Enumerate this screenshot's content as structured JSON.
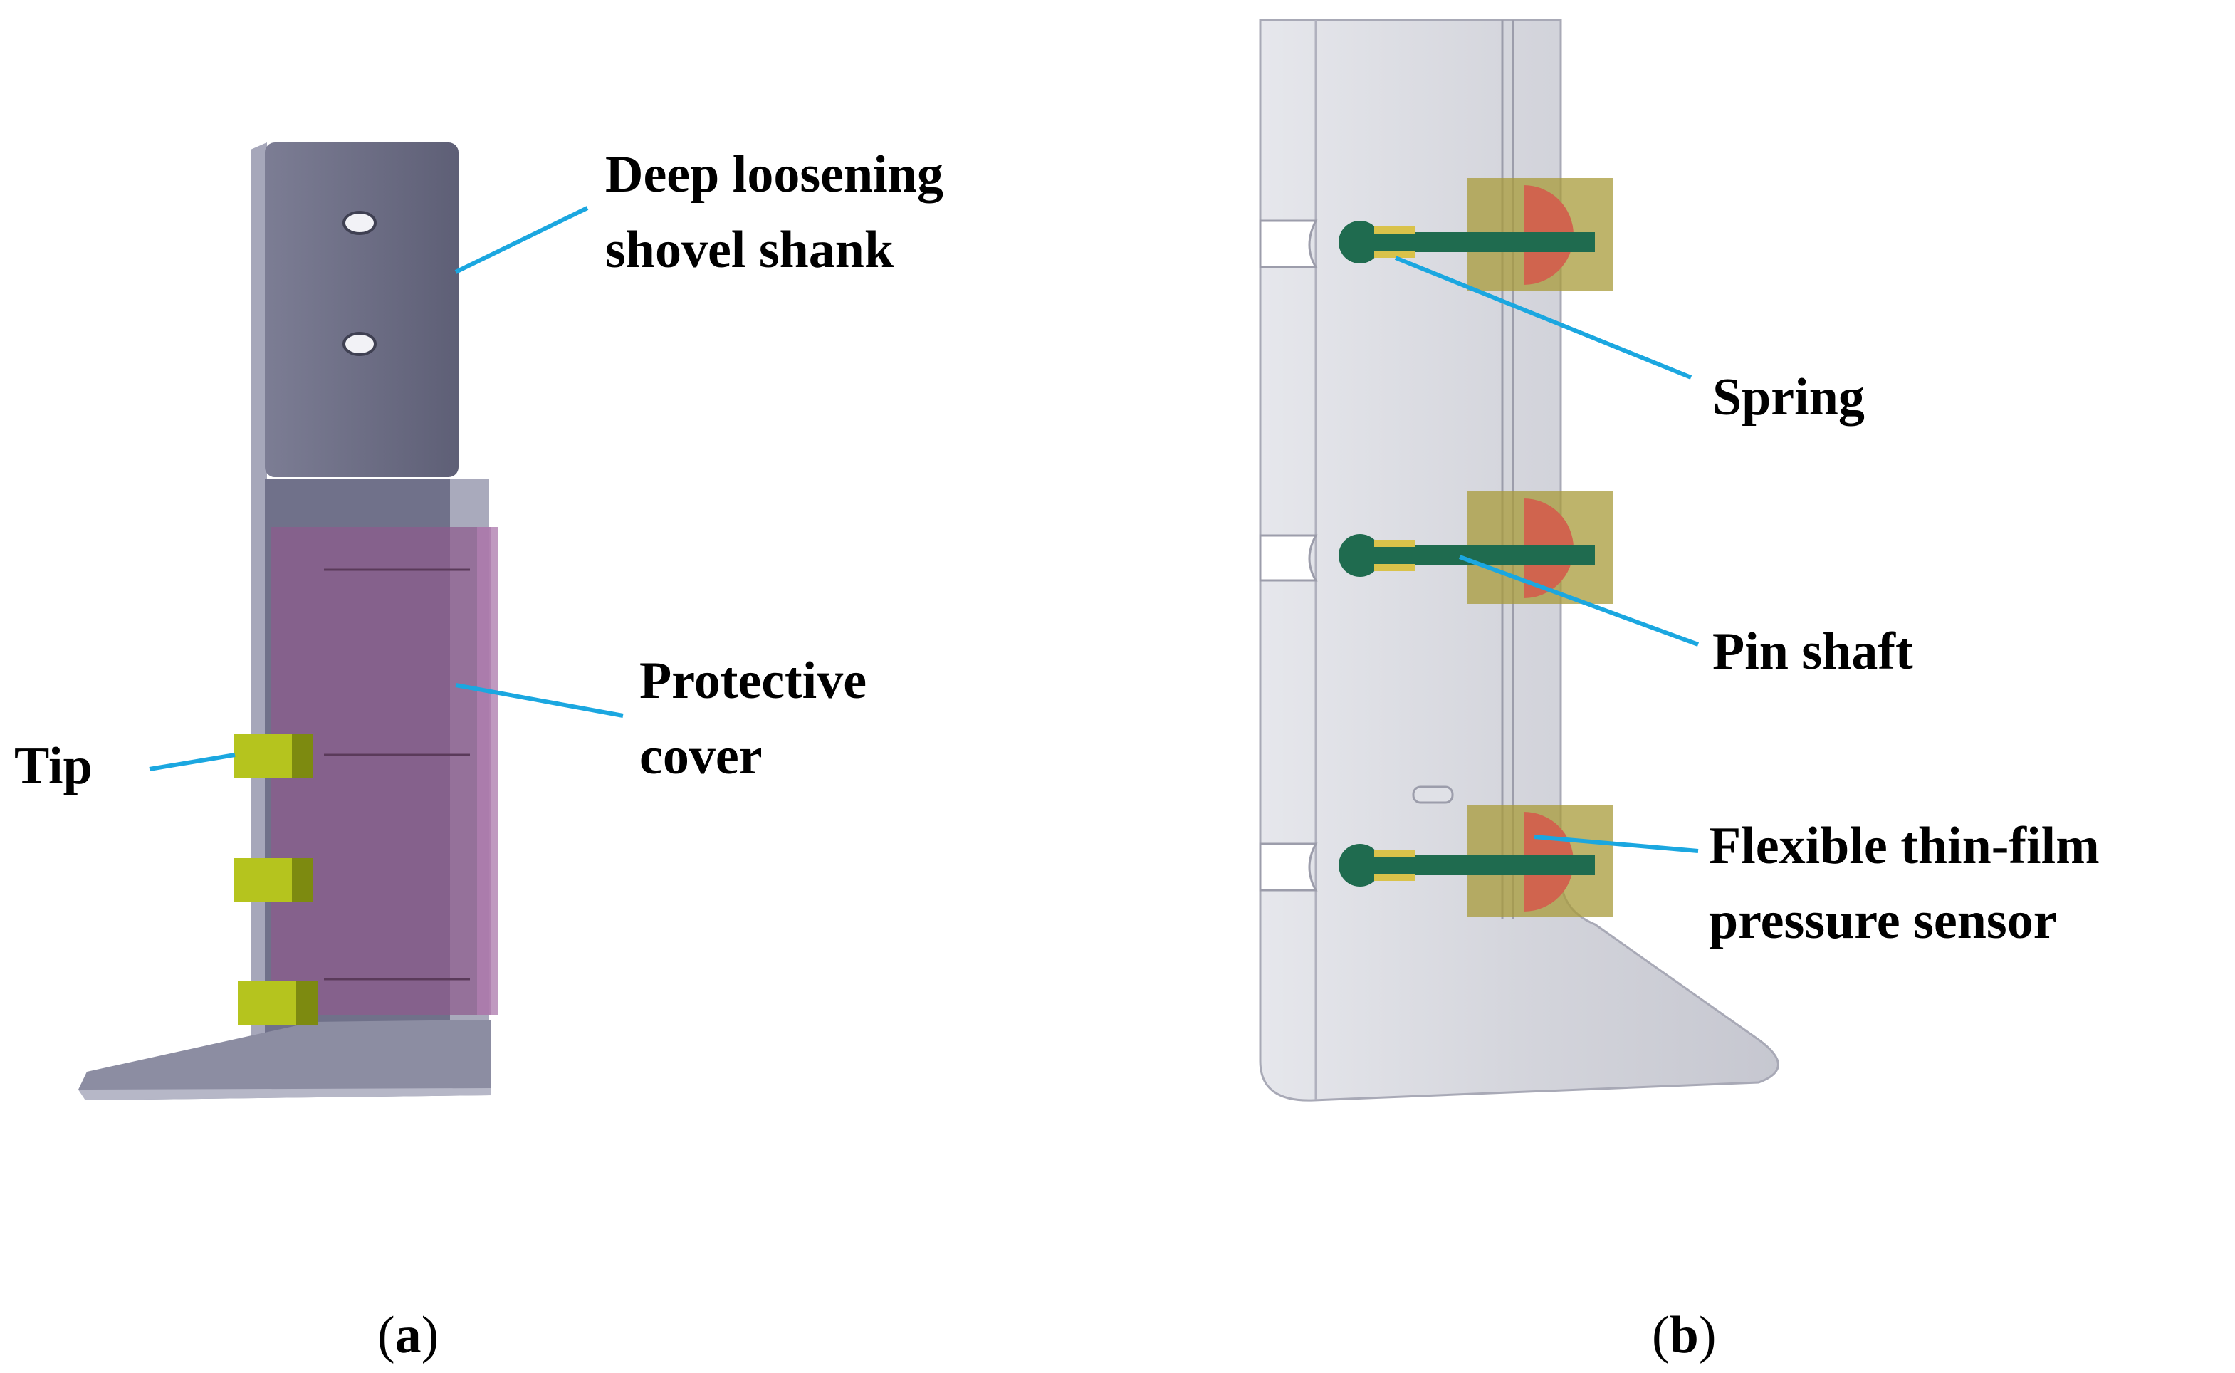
{
  "panels": [
    {
      "caption": {
        "open": "(",
        "letter": "a",
        "close": ")"
      },
      "labels": {
        "shank_line1": "Deep loosening",
        "shank_line2": "shovel shank",
        "cover_line1": "Protective",
        "cover_line2": "cover",
        "tip": "Tip"
      }
    },
    {
      "caption": {
        "open": "(",
        "letter": "b",
        "close": ")"
      },
      "labels": {
        "spring": "Spring",
        "pin_shaft": "Pin shaft",
        "sensor_line1": "Flexible thin-film",
        "sensor_line2": "pressure sensor"
      }
    }
  ],
  "colors": {
    "leader": "#1ba7e0",
    "shank_fill": "#6e6f87",
    "shank_light": "#9a9bb0",
    "cover_fill": "#8e5c8e",
    "tip_fill": "#b5c41e",
    "transparent_body": "#cfd0d8",
    "pin_fill": "#1f6b4f",
    "sensor_fill": "#d0644e",
    "sensor_block": "#9a8a2e",
    "spring_fill": "#d9c24a"
  }
}
